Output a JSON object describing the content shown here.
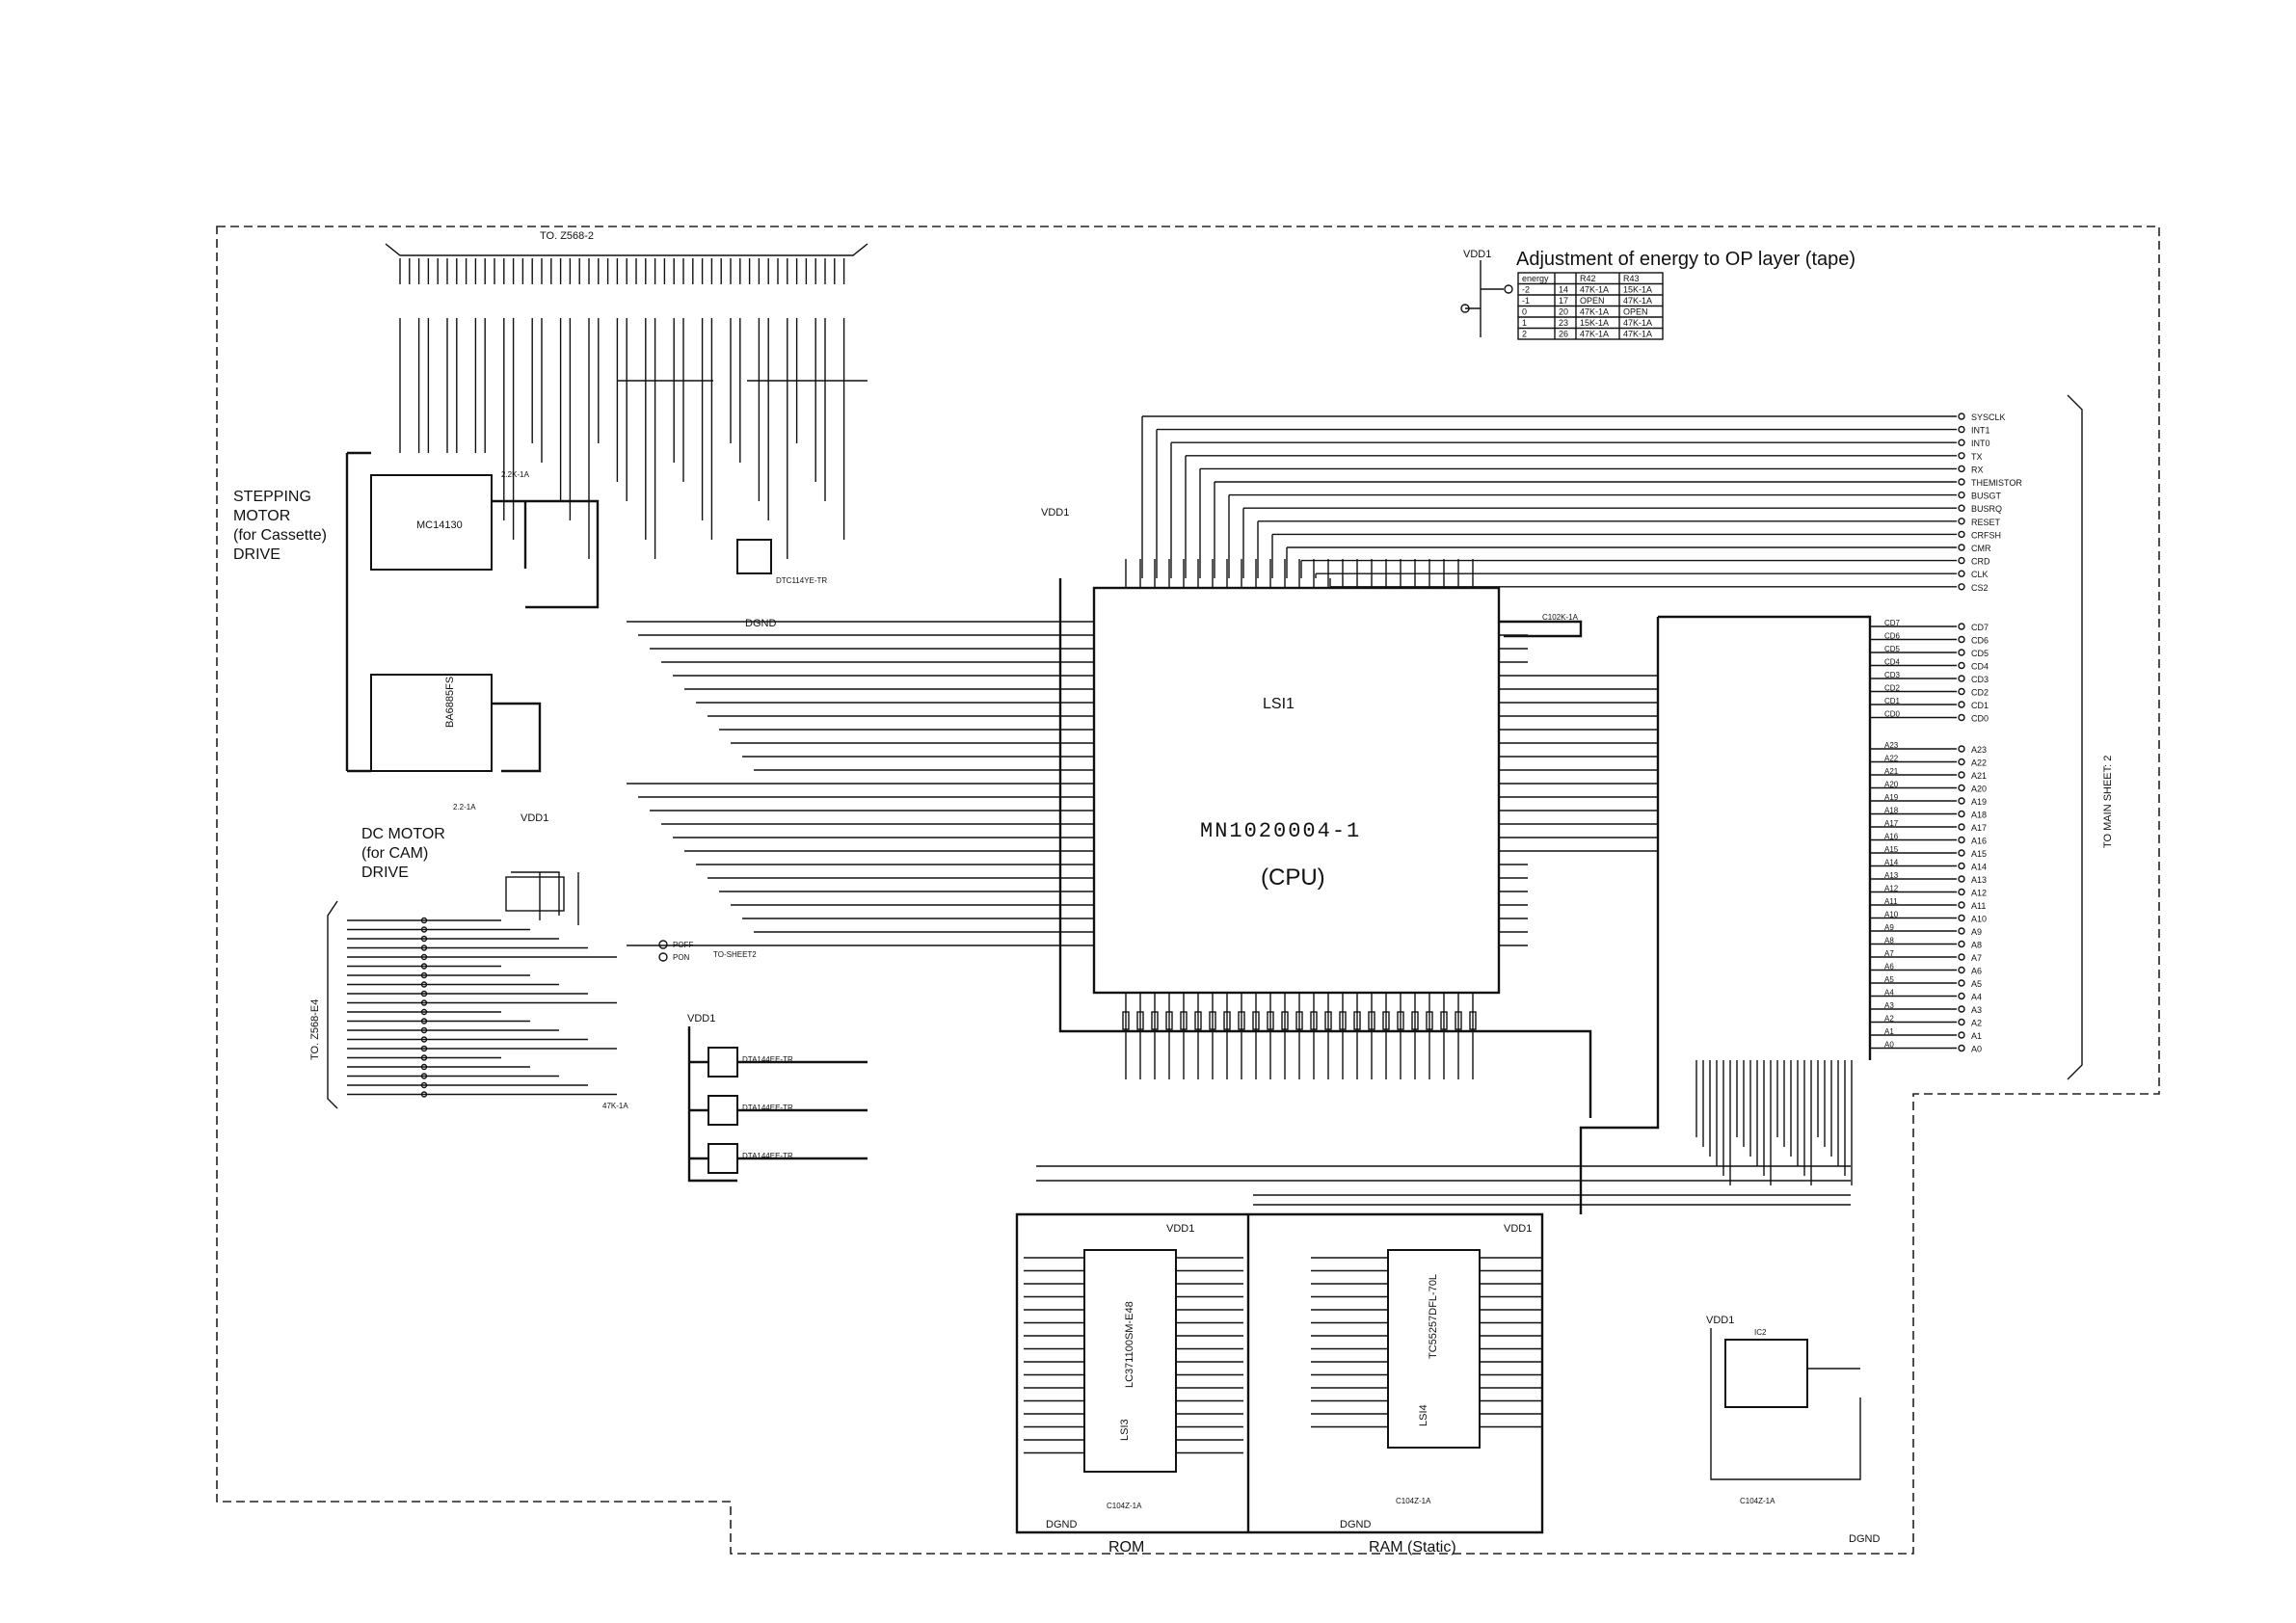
{
  "connectors": {
    "top": "TO. Z568-2",
    "left": "TO. Z568-E4",
    "right": "TO MAIN SHEET: 2",
    "to_sheet2": "TO-SHEET2"
  },
  "labels": {
    "stepping_motor": [
      "STEPPING",
      "MOTOR",
      "(for Cassette)",
      "DRIVE"
    ],
    "dc_motor": [
      "DC MOTOR",
      "(for CAM)",
      "DRIVE"
    ],
    "rom": "ROM",
    "ram": "RAM (Static)"
  },
  "chips": {
    "lsi1": "LSI1",
    "cpu_part": "MN1020004-1",
    "cpu": "(CPU)",
    "lsi3": "LSI3",
    "lsi3_part": "LC371100SM-E48",
    "lsi4": "LSI4",
    "lsi4_part": "TC55257DFL-70L",
    "ic3": "MC14130",
    "ic4": "BA6885FS",
    "ic2": "IC2",
    "q1": "DTC114YE-TR",
    "q2": "DTA144EE-TR",
    "q3": "DTA144EE-TR",
    "q4": "DTA144EE-TR"
  },
  "power": {
    "vdd1": "VDD1",
    "dgnd": "DGND"
  },
  "passives": {
    "c102k": "C102K-1A",
    "c104z": "C104Z-1A",
    "r45": "2.2-1A",
    "r47": "2.2K-1A",
    "r10": "47K-1A"
  },
  "energy_table": {
    "title": "Adjustment of energy to OP layer (tape)",
    "headers": [
      "energy",
      "",
      "R42",
      "R43"
    ],
    "rows": [
      [
        "-2",
        "14",
        "47K-1A",
        "15K-1A"
      ],
      [
        "-1",
        "17",
        "OPEN",
        "47K-1A"
      ],
      [
        "0",
        "20",
        "47K-1A",
        "OPEN"
      ],
      [
        "1",
        "23",
        "15K-1A",
        "47K-1A"
      ],
      [
        "2",
        "26",
        "47K-1A",
        "47K-1A"
      ]
    ]
  },
  "signals_control": [
    "SYSCLK",
    "INT1",
    "INT0",
    "TX",
    "RX",
    "THEMISTOR",
    "BUSGT",
    "BUSRQ",
    "RESET",
    "CRFSH",
    "CMR",
    "CRD",
    "CLK",
    "CS2"
  ],
  "signals_data": [
    "CD7",
    "CD6",
    "CD5",
    "CD4",
    "CD3",
    "CD2",
    "CD1",
    "CD0"
  ],
  "signals_address": [
    "A23",
    "A22",
    "A21",
    "A20",
    "A19",
    "A18",
    "A17",
    "A16",
    "A15",
    "A14",
    "A13",
    "A12",
    "A11",
    "A10",
    "A9",
    "A8",
    "A7",
    "A6",
    "A5",
    "A4",
    "A3",
    "A2",
    "A1",
    "A0"
  ],
  "left_port_signals": [
    "POFF",
    "PON"
  ]
}
